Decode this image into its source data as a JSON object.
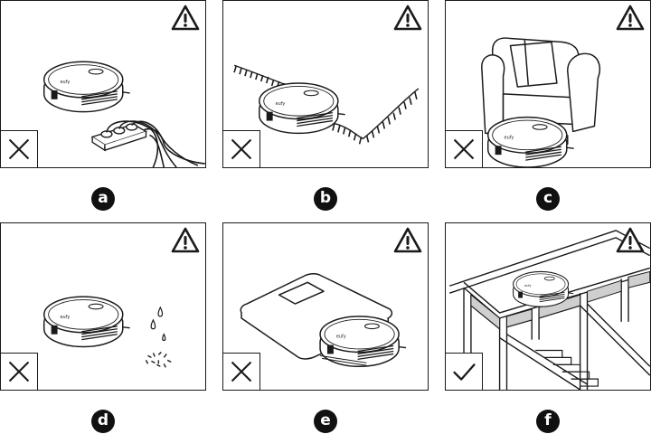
{
  "panels": [
    {
      "id": "a",
      "label": "a",
      "verdict": "incorrect",
      "scene": "robot-near-power-strip-cables"
    },
    {
      "id": "b",
      "label": "b",
      "verdict": "incorrect",
      "scene": "robot-near-carpet-fringe"
    },
    {
      "id": "c",
      "label": "c",
      "verdict": "incorrect",
      "scene": "robot-under-armchair"
    },
    {
      "id": "d",
      "label": "d",
      "verdict": "incorrect",
      "scene": "robot-near-liquid-and-debris"
    },
    {
      "id": "e",
      "label": "e",
      "verdict": "incorrect",
      "scene": "robot-near-thick-rug"
    },
    {
      "id": "f",
      "label": "f",
      "verdict": "correct",
      "scene": "robot-on-balcony-with-railing"
    }
  ],
  "icons": {
    "warning": "warning-triangle-icon",
    "incorrect": "x-cross-icon",
    "correct": "checkmark-icon"
  },
  "colors": {
    "line": "#1a1a1a",
    "background": "#ffffff",
    "label_bg": "#111111",
    "label_text": "#ffffff"
  }
}
